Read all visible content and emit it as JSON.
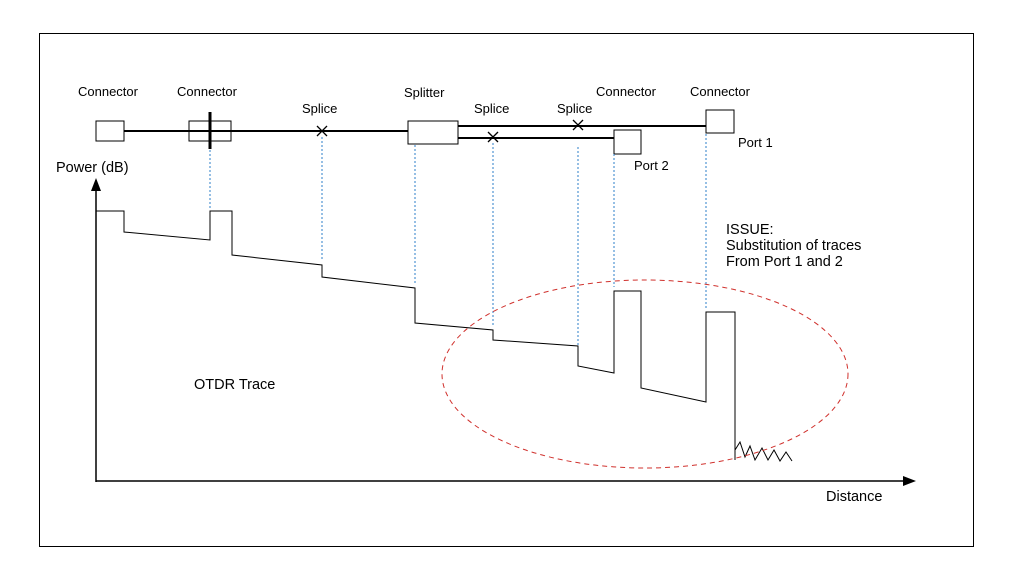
{
  "labels": {
    "connector_1": "Connector",
    "connector_2": "Connector",
    "splice_1": "Splice",
    "splitter": "Splitter",
    "splice_2": "Splice",
    "splice_3": "Splice",
    "connector_3": "Connector",
    "connector_4": "Connector",
    "port_1": "Port 1",
    "port_2": "Port 2",
    "y_axis": "Power (dB)",
    "x_axis": "Distance",
    "trace_label": "OTDR Trace"
  },
  "issue": {
    "line1": "ISSUE:",
    "line2": "Substitution of traces",
    "line3": "From Port 1 and 2"
  },
  "colors": {
    "line": "#000000",
    "guide": "#2e7fc9",
    "issue_ellipse": "#d0312d"
  }
}
